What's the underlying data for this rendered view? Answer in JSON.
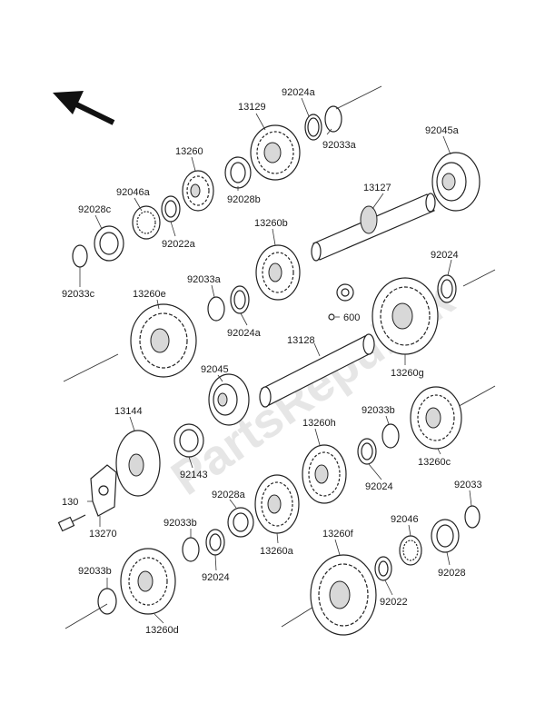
{
  "watermark": "PartsRepublik",
  "labels": {
    "l13129": "13129",
    "l92024a_top": "92024a",
    "l92033a_top": "92033a",
    "l92045a": "92045a",
    "l13260": "13260",
    "l92046a": "92046a",
    "l92028b": "92028b",
    "l92028c": "92028c",
    "l92022a": "92022a",
    "l13127": "13127",
    "l13260b": "13260b",
    "l92033c": "92033c",
    "l13260e": "13260e",
    "l92033a_mid": "92033a",
    "l92024a_mid": "92024a",
    "l92024_right": "92024",
    "l600": "600",
    "l13128": "13128",
    "l13260g": "13260g",
    "l92045": "92045",
    "l13144": "13144",
    "l92143": "92143",
    "l13260h": "13260h",
    "l92033b_right": "92033b",
    "l92024_mid": "92024",
    "l13260c": "13260c",
    "l130": "130",
    "l13270": "13270",
    "l92028a": "92028a",
    "l92033b_mid": "92033b",
    "l92024_low": "92024",
    "l13260a": "13260a",
    "l13260f": "13260f",
    "l92046": "92046",
    "l92033": "92033",
    "l92028": "92028",
    "l92022": "92022",
    "l92033b_left": "92033b",
    "l13260d": "13260d"
  }
}
